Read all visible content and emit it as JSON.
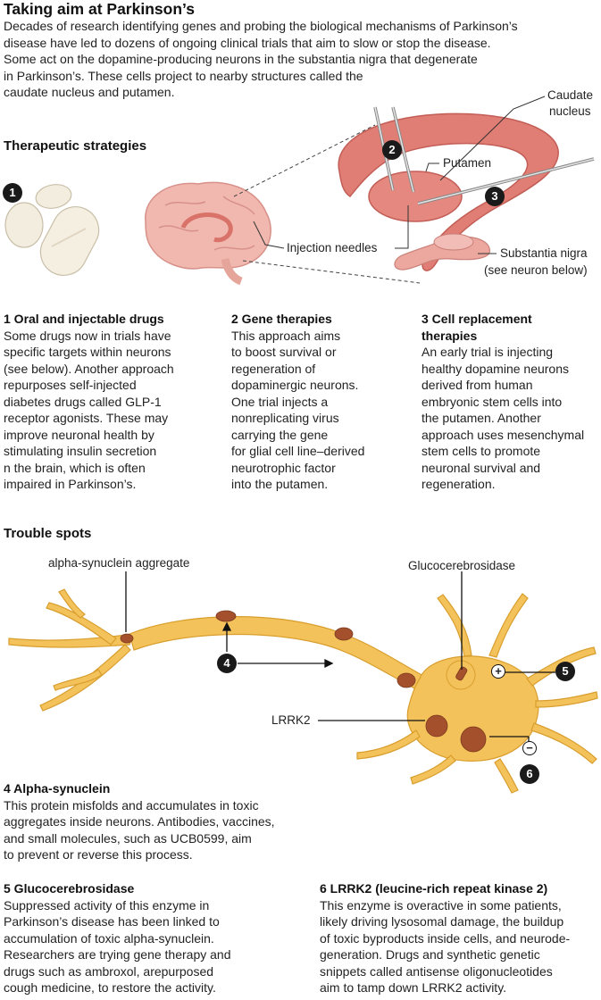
{
  "title": "Taking aim at Parkinson’s",
  "intro_lines": [
    "Decades of research identifying genes and probing the biological mechanisms of Parkinson’s",
    "disease have led to dozens of ongoing clinical trials that aim to slow or stop the disease.",
    "Some act on the dopamine-producing neurons in the substantia nigra that degenerate",
    "in Parkinson’s. These cells project to nearby structures called the",
    "caudate nucleus and putamen."
  ],
  "therapeutic_heading": "Therapeutic strategies",
  "labels": {
    "caudate_line1": "Caudate",
    "caudate_line2": "nucleus",
    "putamen": "Putamen",
    "injection_needles": "Injection needles",
    "substantia_line1": "Substantia nigra",
    "substantia_line2": "(see neuron below)",
    "alpha_aggregate": "alpha-synuclein aggregate",
    "glucocerebrosidase": "Glucocerebrosidase",
    "lrrk2": "LRRK2"
  },
  "badges": {
    "b1": "1",
    "b2": "2",
    "b3": "3",
    "b4": "4",
    "b5": "5",
    "b6": "6",
    "plus": "+",
    "minus": "−"
  },
  "strategies": [
    {
      "heading_lines": [
        "1  Oral and injectable drugs"
      ],
      "body_lines": [
        "Some drugs now in trials have",
        "specific targets within neurons",
        "(see below). Another approach",
        "repurposes self-injected",
        "diabetes drugs called GLP-1",
        "receptor agonists. These may",
        "improve neuronal health by",
        "stimulating insulin secretion",
        "n the brain, which is often",
        "impaired in Parkinson’s."
      ]
    },
    {
      "heading_lines": [
        "2  Gene therapies"
      ],
      "body_lines": [
        "This approach aims",
        "to boost survival or",
        "regeneration of",
        "dopaminergic neurons.",
        "One trial injects a",
        "nonreplicating virus",
        "carrying the gene",
        "for glial cell line–derived",
        "neurotrophic factor",
        "into the putamen."
      ]
    },
    {
      "heading_lines": [
        "3  Cell replacement",
        "therapies"
      ],
      "body_lines": [
        "An early trial is injecting",
        "healthy dopamine neurons",
        "derived from human",
        "embryonic stem cells into",
        "the putamen. Another",
        "approach uses mesenchymal",
        "stem cells to promote",
        "neuronal survival and",
        "regeneration."
      ]
    }
  ],
  "trouble_heading": "Trouble spots",
  "trouble": [
    {
      "heading_lines": [
        "4  Alpha-synuclein"
      ],
      "body_lines": [
        "This protein misfolds and accumulates in toxic",
        "aggregates inside neurons. Antibodies, vaccines,",
        "and small molecules, such as UCB0599, aim",
        "to prevent or reverse this process."
      ]
    },
    {
      "heading_lines": [
        "5  Glucocerebrosidase"
      ],
      "body_lines": [
        "Suppressed activity of this enzyme in",
        "Parkinson’s disease has been linked to",
        "accumulation of toxic alpha-synuclein.",
        "Researchers are trying gene therapy and",
        "drugs such as ambroxol, arepurposed",
        "cough medicine, to restore the activity."
      ]
    },
    {
      "heading_lines": [
        "6  LRRK2 (leucine-rich repeat kinase 2)"
      ],
      "body_lines": [
        "This enzyme is overactive in some patients,",
        "likely driving lysosomal damage, the buildup",
        "of toxic byproducts inside cells, and neurode-",
        "generation. Drugs and synthetic genetic",
        "snippets called antisense oligonucleotides",
        "aim to tamp down LRRK2 activity."
      ]
    }
  ],
  "colors": {
    "brain_pink": "#f0b8ae",
    "caudate_red": "#d9736a",
    "neuron_orange": "#f4c25a",
    "aggregate_brown": "#a4502c",
    "pill_cream": "#f3ede0"
  }
}
